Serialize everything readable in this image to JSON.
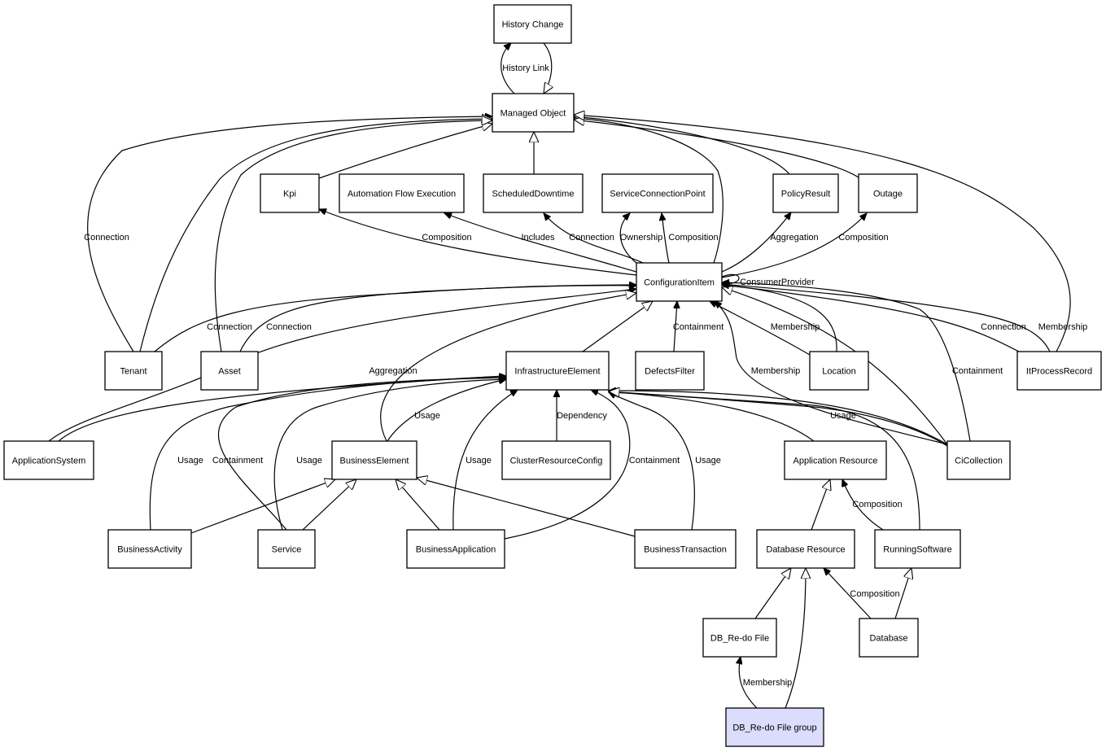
{
  "title": "Managed Object class relationship diagram",
  "colors": {
    "node_fill": "#ffffff",
    "highlight_fill": "#dcdcfc",
    "stroke": "#000000"
  },
  "nodes": [
    {
      "id": "history_change",
      "label": "History Change"
    },
    {
      "id": "managed_object",
      "label": "Managed Object"
    },
    {
      "id": "kpi",
      "label": "Kpi"
    },
    {
      "id": "automation_flow_execution",
      "label": "Automation Flow Execution"
    },
    {
      "id": "scheduled_downtime",
      "label": "ScheduledDowntime"
    },
    {
      "id": "service_connection_point",
      "label": "ServiceConnectionPoint"
    },
    {
      "id": "policy_result",
      "label": "PolicyResult"
    },
    {
      "id": "outage",
      "label": "Outage"
    },
    {
      "id": "configuration_item",
      "label": "ConfigurationItem"
    },
    {
      "id": "tenant",
      "label": "Tenant"
    },
    {
      "id": "asset",
      "label": "Asset"
    },
    {
      "id": "infrastructure_element",
      "label": "InfrastructureElement"
    },
    {
      "id": "defects_filter",
      "label": "DefectsFilter"
    },
    {
      "id": "location",
      "label": "Location"
    },
    {
      "id": "it_process_record",
      "label": "ItProcessRecord"
    },
    {
      "id": "application_system",
      "label": "ApplicationSystem"
    },
    {
      "id": "business_element",
      "label": "BusinessElement"
    },
    {
      "id": "cluster_resource_config",
      "label": "ClusterResourceConfig"
    },
    {
      "id": "application_resource",
      "label": "Application Resource"
    },
    {
      "id": "ci_collection",
      "label": "CiCollection"
    },
    {
      "id": "business_activity",
      "label": "BusinessActivity"
    },
    {
      "id": "service",
      "label": "Service"
    },
    {
      "id": "business_application",
      "label": "BusinessApplication"
    },
    {
      "id": "business_transaction",
      "label": "BusinessTransaction"
    },
    {
      "id": "database_resource",
      "label": "Database Resource"
    },
    {
      "id": "running_software",
      "label": "RunningSoftware"
    },
    {
      "id": "db_redo_file",
      "label": "DB_Re-do File"
    },
    {
      "id": "database",
      "label": "Database"
    },
    {
      "id": "db_redo_file_group",
      "label": "DB_Re-do File group",
      "highlighted": true
    }
  ],
  "edges": [
    {
      "from": "managed_object",
      "to": "history_change",
      "label": "History Link",
      "arrow": "filled"
    },
    {
      "from": "history_change",
      "to": "managed_object",
      "label": "",
      "arrow": "hollow"
    },
    {
      "from": "scheduled_downtime",
      "to": "managed_object",
      "label": "",
      "arrow": "hollow"
    },
    {
      "from": "kpi",
      "to": "managed_object",
      "label": "",
      "arrow": "hollow"
    },
    {
      "from": "tenant",
      "to": "managed_object",
      "label": "Connection",
      "arrow": "filled"
    },
    {
      "from": "tenant",
      "to": "managed_object",
      "label": "",
      "arrow": "hollow"
    },
    {
      "from": "asset",
      "to": "managed_object",
      "label": "",
      "arrow": "hollow"
    },
    {
      "from": "configuration_item",
      "to": "managed_object",
      "label": "",
      "arrow": "hollow"
    },
    {
      "from": "policy_result",
      "to": "managed_object",
      "label": "",
      "arrow": "hollow"
    },
    {
      "from": "outage",
      "to": "managed_object",
      "label": "",
      "arrow": "hollow"
    },
    {
      "from": "it_process_record",
      "to": "managed_object",
      "label": "",
      "arrow": "hollow"
    },
    {
      "from": "configuration_item",
      "to": "kpi",
      "label": "Composition",
      "arrow": "filled"
    },
    {
      "from": "configuration_item",
      "to": "automation_flow_execution",
      "label": "Includes",
      "arrow": "filled"
    },
    {
      "from": "configuration_item",
      "to": "scheduled_downtime",
      "label": "Connection",
      "arrow": "filled"
    },
    {
      "from": "configuration_item",
      "to": "service_connection_point",
      "label": "Ownership",
      "arrow": "filled"
    },
    {
      "from": "configuration_item",
      "to": "service_connection_point",
      "label": "Composition",
      "arrow": "filled"
    },
    {
      "from": "configuration_item",
      "to": "policy_result",
      "label": "Aggregation",
      "arrow": "filled"
    },
    {
      "from": "configuration_item",
      "to": "outage",
      "label": "Composition",
      "arrow": "filled"
    },
    {
      "from": "configuration_item",
      "to": "configuration_item",
      "label": "ConsumerProvider",
      "arrow": "filled"
    },
    {
      "from": "tenant",
      "to": "configuration_item",
      "label": "Connection",
      "arrow": "filled"
    },
    {
      "from": "asset",
      "to": "configuration_item",
      "label": "Connection",
      "arrow": "filled"
    },
    {
      "from": "application_system",
      "to": "configuration_item",
      "label": "Aggregation",
      "arrow": "filled"
    },
    {
      "from": "infrastructure_element",
      "to": "configuration_item",
      "label": "",
      "arrow": "hollow"
    },
    {
      "from": "business_element",
      "to": "configuration_item",
      "label": "",
      "arrow": "hollow"
    },
    {
      "from": "defects_filter",
      "to": "configuration_item",
      "label": "Containment",
      "arrow": "filled"
    },
    {
      "from": "location",
      "to": "configuration_item",
      "label": "Membership",
      "arrow": "filled"
    },
    {
      "from": "location",
      "to": "configuration_item",
      "label": "",
      "arrow": "filled"
    },
    {
      "from": "ci_collection",
      "to": "configuration_item",
      "label": "Membership",
      "arrow": "filled"
    },
    {
      "from": "ci_collection",
      "to": "configuration_item",
      "label": "Containment",
      "arrow": "filled"
    },
    {
      "from": "ci_collection",
      "to": "configuration_item",
      "label": "",
      "arrow": "hollow"
    },
    {
      "from": "it_process_record",
      "to": "configuration_item",
      "label": "Connection",
      "arrow": "filled"
    },
    {
      "from": "it_process_record",
      "to": "configuration_item",
      "label": "Membership",
      "arrow": "filled"
    },
    {
      "from": "application_system",
      "to": "infrastructure_element",
      "label": "",
      "arrow": "filled"
    },
    {
      "from": "business_element",
      "to": "infrastructure_element",
      "label": "Usage",
      "arrow": "filled"
    },
    {
      "from": "business_activity",
      "to": "infrastructure_element",
      "label": "Usage",
      "arrow": "filled"
    },
    {
      "from": "service",
      "to": "infrastructure_element",
      "label": "Containment",
      "arrow": "filled"
    },
    {
      "from": "service",
      "to": "infrastructure_element",
      "label": "Usage",
      "arrow": "filled"
    },
    {
      "from": "business_application",
      "to": "infrastructure_element",
      "label": "Usage",
      "arrow": "filled"
    },
    {
      "from": "cluster_resource_config",
      "to": "infrastructure_element",
      "label": "Dependency",
      "arrow": "filled"
    },
    {
      "from": "business_application",
      "to": "infrastructure_element",
      "label": "Containment",
      "arrow": "filled"
    },
    {
      "from": "business_transaction",
      "to": "infrastructure_element",
      "label": "Usage",
      "arrow": "filled"
    },
    {
      "from": "application_resource",
      "to": "infrastructure_element",
      "label": "",
      "arrow": "hollow"
    },
    {
      "from": "ci_collection",
      "to": "infrastructure_element",
      "label": "Usage",
      "arrow": "filled"
    },
    {
      "from": "ci_collection",
      "to": "infrastructure_element",
      "label": "",
      "arrow": "hollow"
    },
    {
      "from": "running_software",
      "to": "infrastructure_element",
      "label": "",
      "arrow": "hollow"
    },
    {
      "from": "business_activity",
      "to": "business_element",
      "label": "",
      "arrow": "hollow"
    },
    {
      "from": "service",
      "to": "business_element",
      "label": "",
      "arrow": "hollow"
    },
    {
      "from": "business_application",
      "to": "business_element",
      "label": "",
      "arrow": "hollow"
    },
    {
      "from": "business_transaction",
      "to": "business_element",
      "label": "",
      "arrow": "hollow"
    },
    {
      "from": "database_resource",
      "to": "application_resource",
      "label": "",
      "arrow": "hollow"
    },
    {
      "from": "running_software",
      "to": "application_resource",
      "label": "Composition",
      "arrow": "filled"
    },
    {
      "from": "db_redo_file",
      "to": "database_resource",
      "label": "",
      "arrow": "hollow"
    },
    {
      "from": "db_redo_file_group",
      "to": "database_resource",
      "label": "",
      "arrow": "hollow"
    },
    {
      "from": "database",
      "to": "database_resource",
      "label": "Composition",
      "arrow": "filled"
    },
    {
      "from": "database",
      "to": "running_software",
      "label": "",
      "arrow": "hollow"
    },
    {
      "from": "db_redo_file_group",
      "to": "db_redo_file",
      "label": "Membership",
      "arrow": "filled"
    }
  ]
}
